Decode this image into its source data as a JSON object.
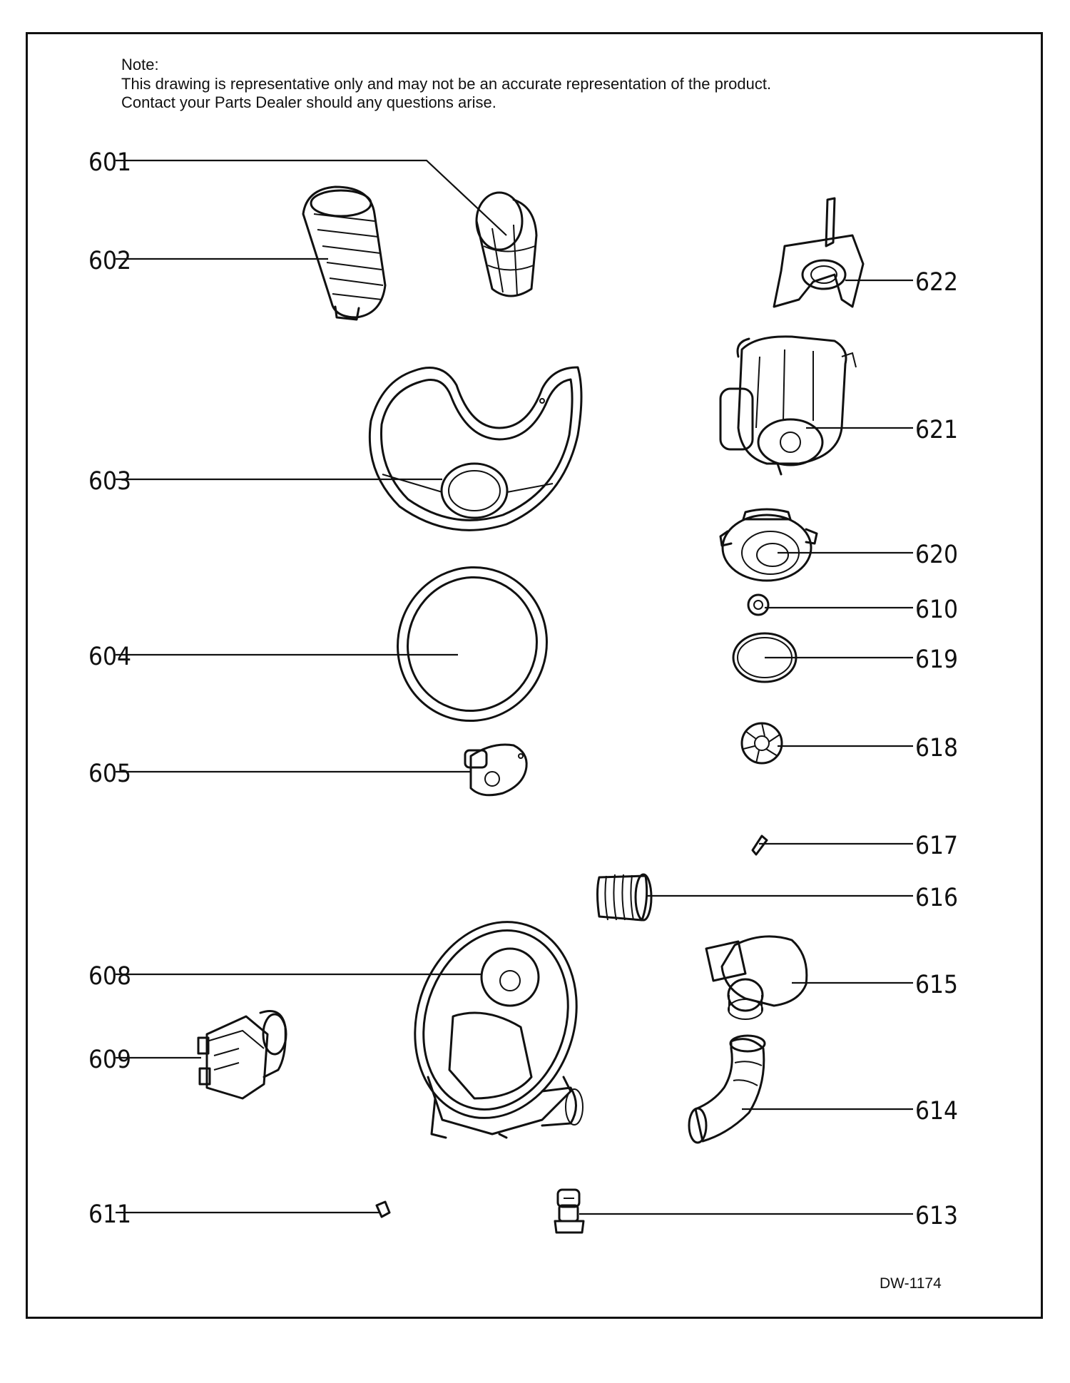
{
  "note": {
    "heading": "Note:",
    "line1": "This drawing is representative only and may not be an accurate representation of the product.",
    "line2": "Contact your Parts Dealer should any questions arise."
  },
  "diagram_code": "DW-1174",
  "callouts": {
    "p601": "601",
    "p602": "602",
    "p603": "603",
    "p604": "604",
    "p605": "605",
    "p608": "608",
    "p609": "609",
    "p610": "610",
    "p611": "611",
    "p613": "613",
    "p614": "614",
    "p615": "615",
    "p616": "616",
    "p617": "617",
    "p618": "618",
    "p619": "619",
    "p620": "620",
    "p621": "621",
    "p622": "622"
  }
}
